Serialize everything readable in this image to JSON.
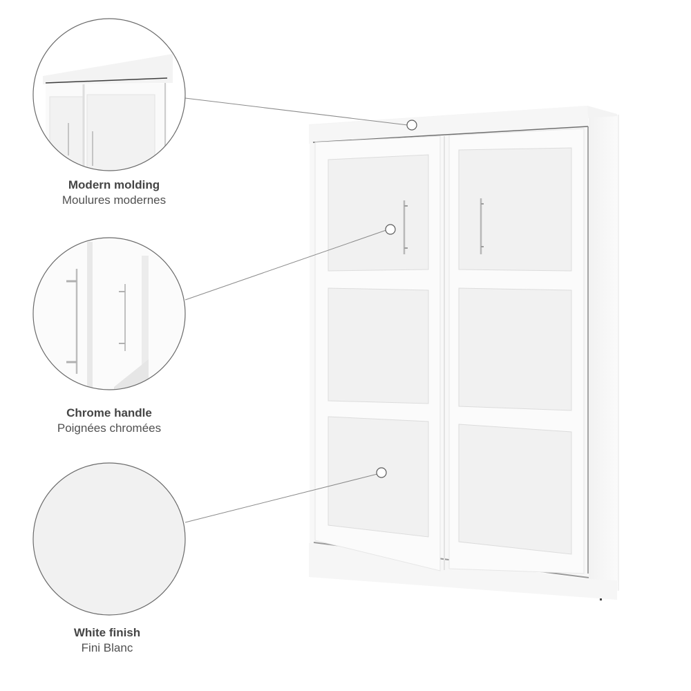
{
  "image": {
    "subject": "white sliding-door wardrobe with feature callouts",
    "background_color": "#ffffff",
    "cabinet_color": "#f7f7f7",
    "line_color": "#8a8a8a"
  },
  "callouts": [
    {
      "title": "Modern molding",
      "subtitle": "Moulures modernes",
      "detail_icon": "molding-detail-icon"
    },
    {
      "title": "Chrome handle",
      "subtitle": "Poignées chromées",
      "detail_icon": "chrome-handle-detail-icon"
    },
    {
      "title": "White finish",
      "subtitle": "Fini Blanc",
      "detail_icon": "white-finish-swatch-icon"
    }
  ]
}
